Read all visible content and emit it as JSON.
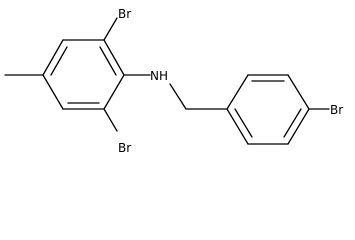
{
  "diagram": {
    "type": "chemical-structure",
    "atom_labels": {
      "br_top": "Br",
      "br_bottom": "Br",
      "nh": "NH",
      "br_right": "Br"
    }
  }
}
